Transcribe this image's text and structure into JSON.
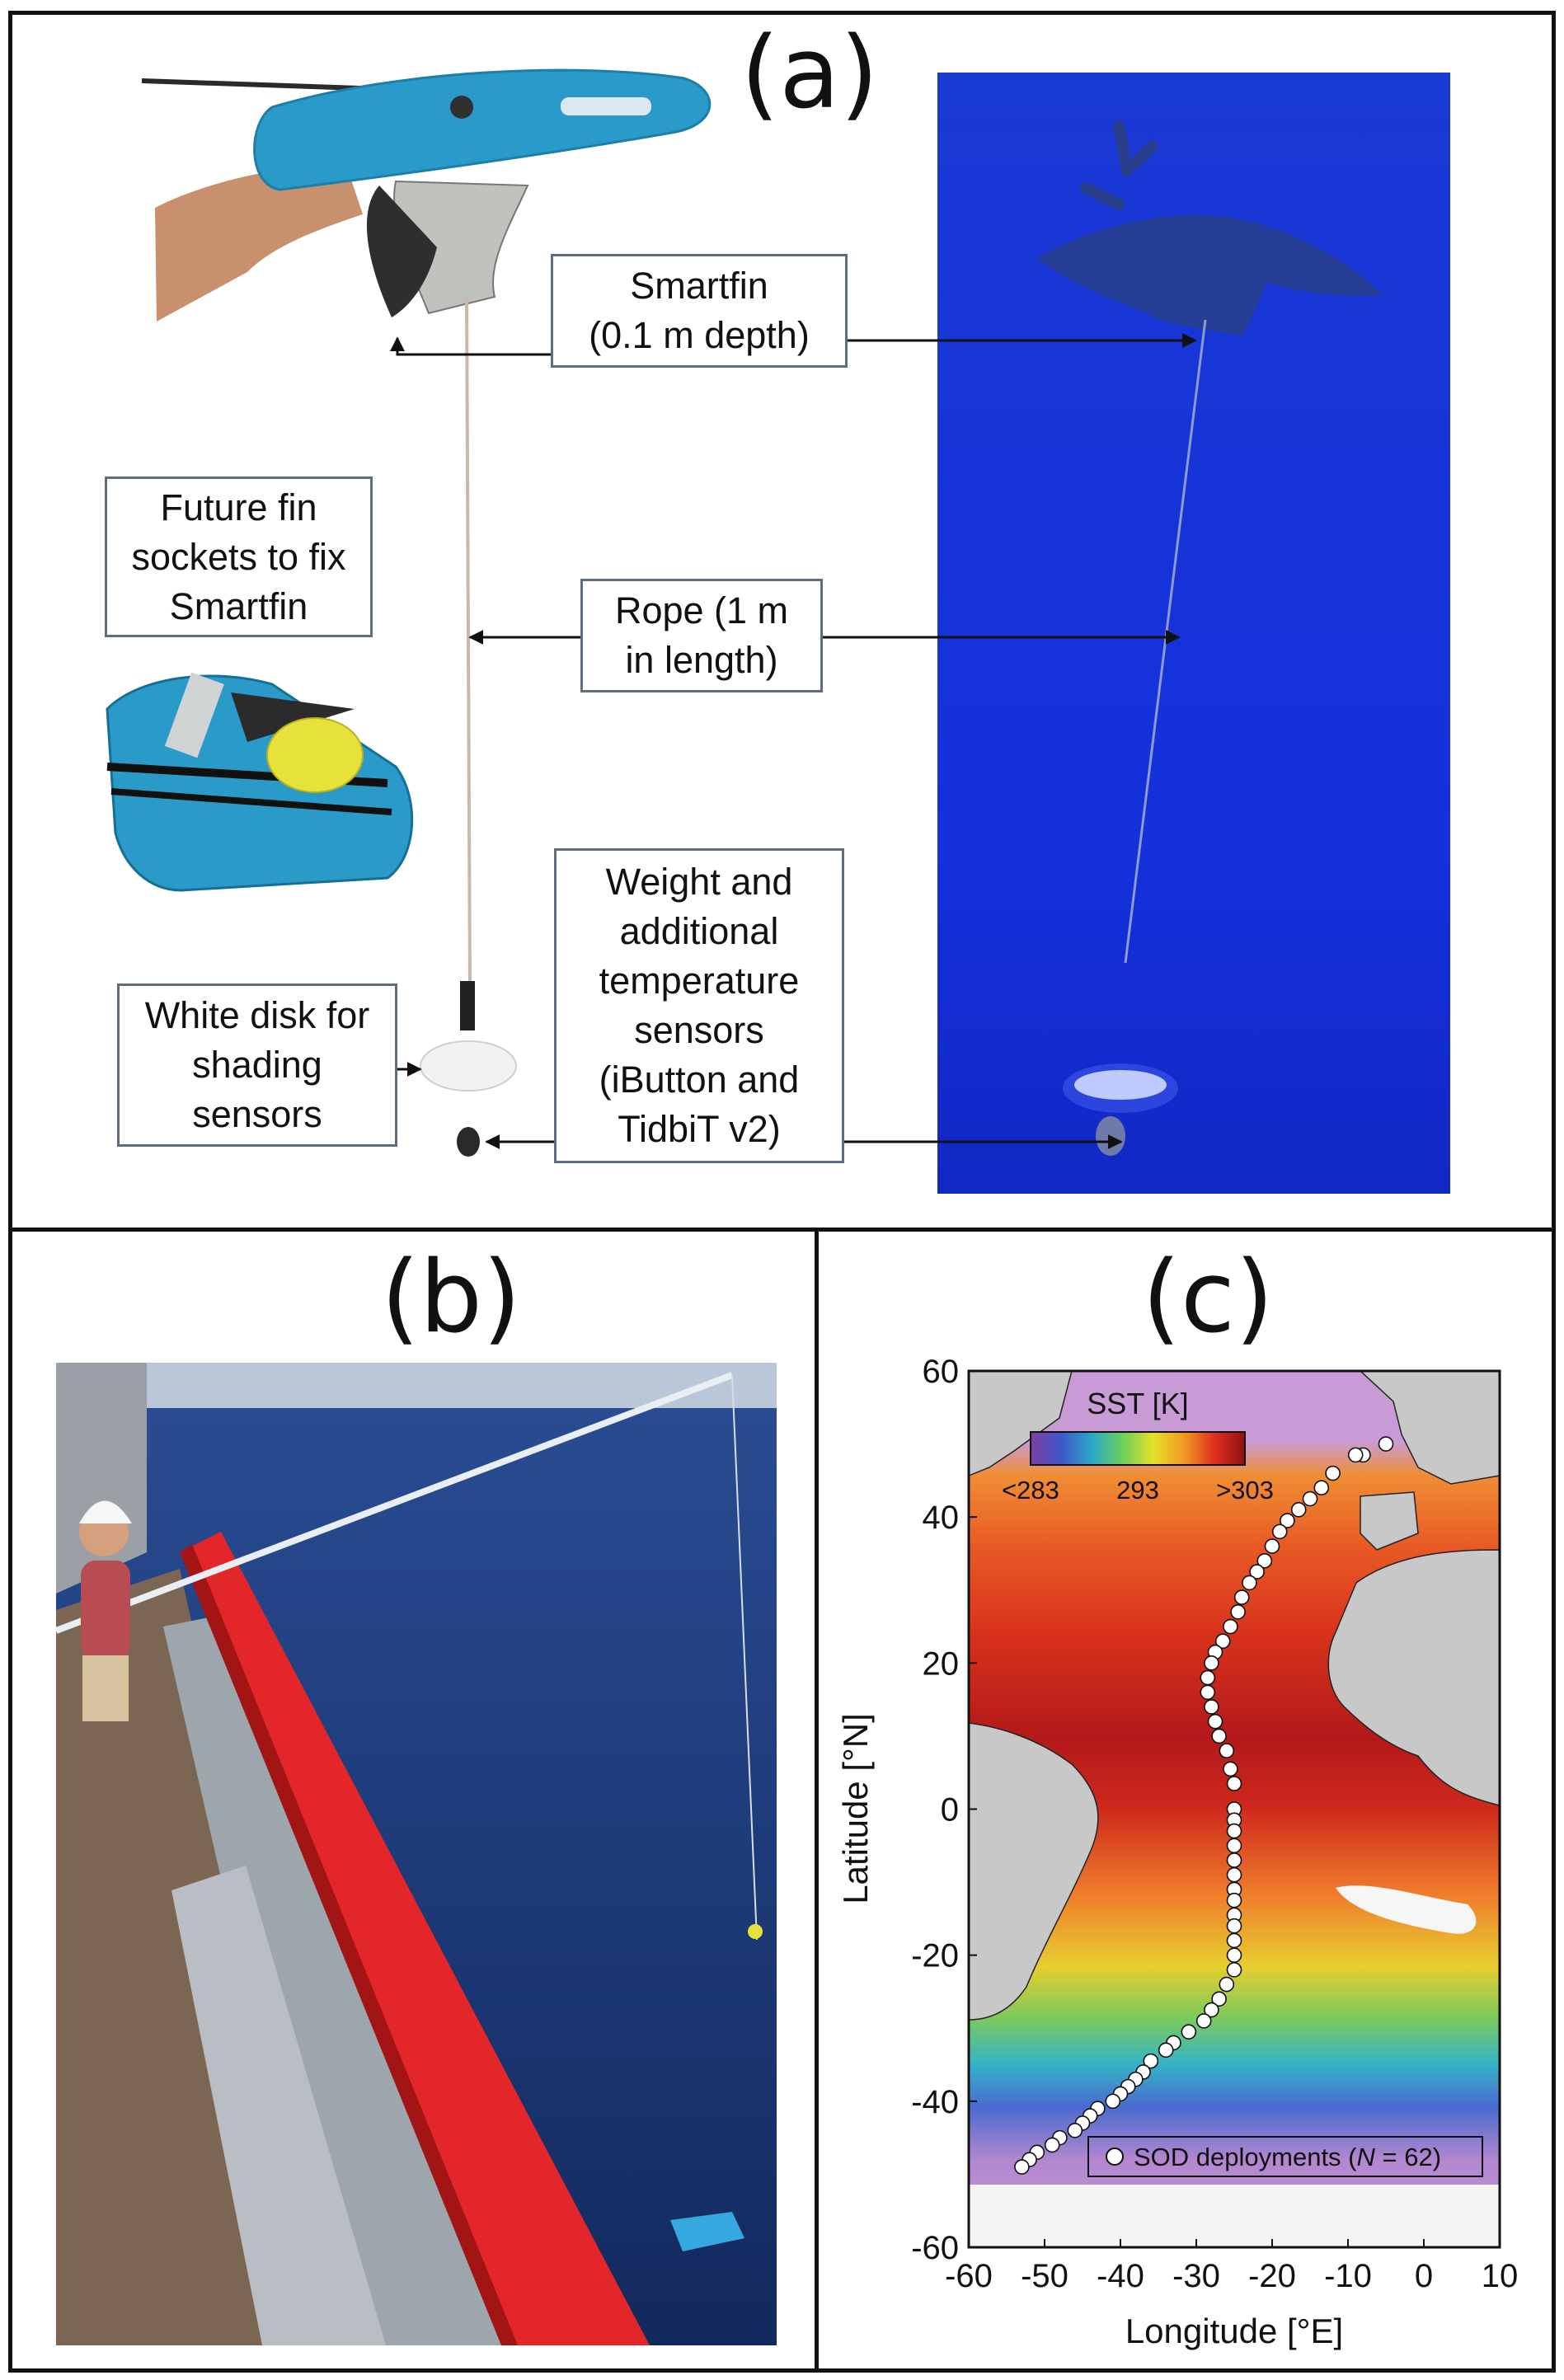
{
  "panels": {
    "a": {
      "label": "(a)"
    },
    "b": {
      "label": "(b)"
    },
    "c": {
      "label": "(c)"
    }
  },
  "callouts": {
    "smartfin": "Smartfin\n(0.1 m depth)",
    "sockets": "Future fin\nsockets to fix\nSmartfin",
    "rope": "Rope (1 m\nin length)",
    "weight": "Weight and\nadditional\ntemperature\nsensors\n(iButton and\nTidbiT v2)",
    "disk": "White disk for\nshading\nsensors"
  },
  "colors": {
    "ocean_photo": "#1330d8",
    "board": "#2a9bc9",
    "ship_rail": "#e3262a",
    "sea": "#1c3f85",
    "land": "#c8c8c8",
    "background_sst": "#c99bd6",
    "points": "#ffffff"
  },
  "chart_data": {
    "type": "scatter",
    "xlabel": "Longitude [°E]",
    "ylabel": "Latitude [°N]",
    "xlim": [
      -60,
      10
    ],
    "ylim": [
      -60,
      60
    ],
    "xticks": [
      -60,
      -50,
      -40,
      -30,
      -20,
      -10,
      0,
      10
    ],
    "yticks": [
      -60,
      -40,
      -20,
      0,
      20,
      40,
      60
    ],
    "grid": false,
    "colorbar": {
      "title": "SST [K]",
      "ticks": [
        "<283",
        "293",
        ">303"
      ],
      "colors": [
        "#7b3fa0",
        "#3f57c9",
        "#2aa8c8",
        "#6ccf5e",
        "#e5e02a",
        "#f39a22",
        "#e0301e",
        "#8f1010"
      ]
    },
    "legend": {
      "location": "bottom-right",
      "label_pre": "SOD deployments (",
      "label_n": "N",
      "label_post": " =  62)"
    },
    "series": [
      {
        "x": [
          -5,
          -8,
          -9,
          -12,
          -13.5,
          -15,
          -16.5,
          -18,
          -19,
          -20,
          -21,
          -22,
          -23,
          -24,
          -24.5,
          -25.5,
          -26.5,
          -27.5,
          -28,
          -28.5,
          -28.5,
          -28,
          -27.5,
          -27,
          -26,
          -25.5,
          -25,
          -25,
          -25,
          -25,
          -25,
          -25,
          -25,
          -25,
          -25,
          -25,
          -25,
          -25,
          -25,
          -25,
          -26,
          -27,
          -28,
          -29,
          -31,
          -33,
          -34,
          -36,
          -37,
          -38,
          -39,
          -40,
          -41,
          -43,
          -44,
          -45,
          -46,
          -48,
          -49,
          -51,
          -52,
          -53
        ],
        "y": [
          50,
          48.5,
          48.5,
          46,
          44,
          42.5,
          41,
          39.5,
          38,
          36,
          34,
          32.5,
          31,
          29,
          27,
          25,
          23,
          21.5,
          20,
          18,
          16,
          14,
          12,
          10,
          8,
          5.5,
          3.5,
          0,
          -1.5,
          -3,
          -5,
          -7,
          -9,
          -11,
          -12.5,
          -14.5,
          -16,
          -18,
          -20,
          -22,
          -24,
          -26,
          -27.5,
          -29,
          -30.5,
          -32,
          -33,
          -34.5,
          -36,
          -37,
          -38,
          -39,
          -40,
          -41,
          -42,
          -43,
          -44,
          -45,
          -46,
          -47,
          -48,
          -49
        ]
      }
    ]
  }
}
